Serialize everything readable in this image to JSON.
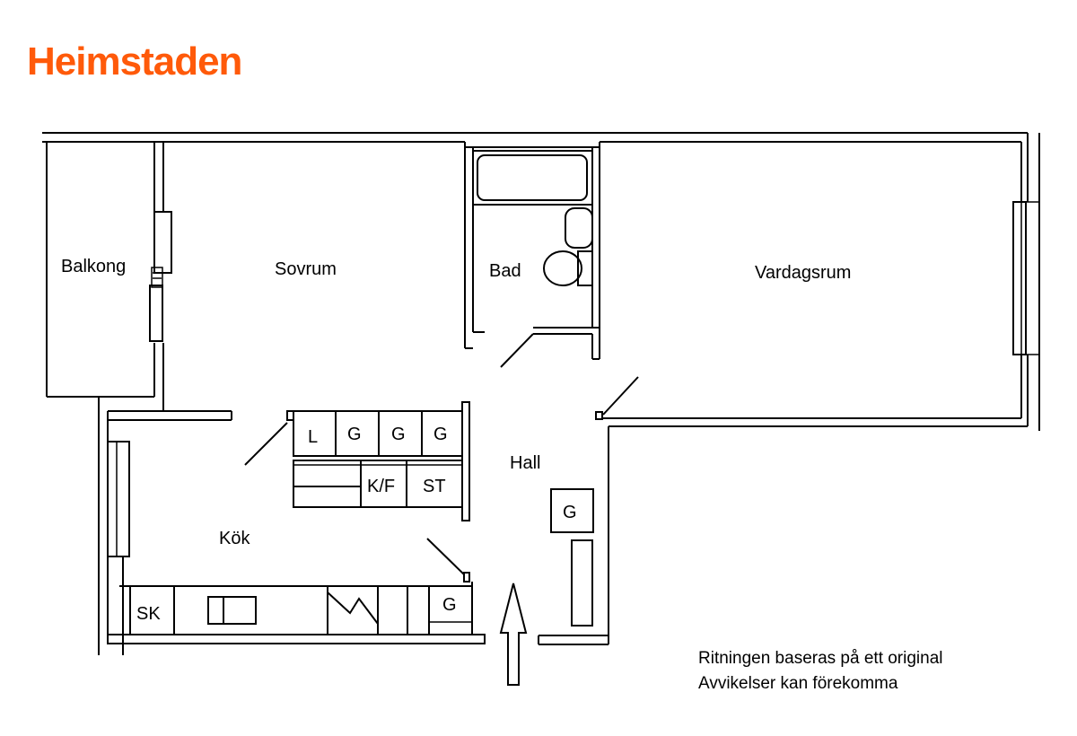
{
  "brand": {
    "name": "Heimstaden",
    "color": "#ff5a0a"
  },
  "rooms": {
    "balkong": "Balkong",
    "sovrum": "Sovrum",
    "bad": "Bad",
    "vardagsrum": "Vardagsrum",
    "hall": "Hall",
    "kok": "Kök"
  },
  "wardrobe": {
    "l": "L",
    "g1": "G",
    "g2": "G",
    "g3": "G",
    "kf": "K/F",
    "st": "ST"
  },
  "hall_closet": "G",
  "kitchen": {
    "sk": "SK",
    "g": "G"
  },
  "notes": {
    "line1": "Ritningen baseras på ett original",
    "line2": "Avvikelser kan förekomma"
  },
  "icons": {
    "entrance": "entrance-arrow-icon"
  }
}
